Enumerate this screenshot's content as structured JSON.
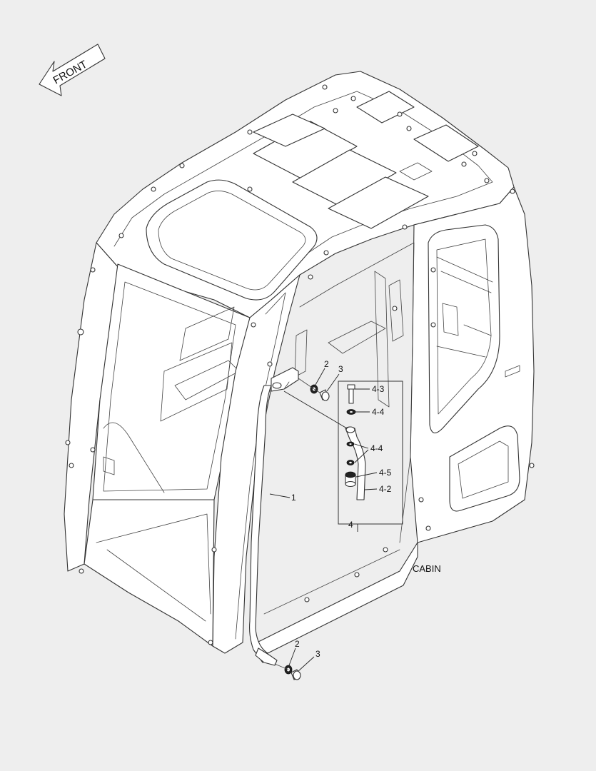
{
  "diagram": {
    "direction_label": "FRONT",
    "assembly_label": "CABIN",
    "callouts": {
      "c1": "1",
      "c2_top": "2",
      "c3_top": "3",
      "c2_bottom": "2",
      "c3_bottom": "3",
      "c4": "4",
      "c4_2": "4-2",
      "c4_3": "4-3",
      "c4_4_a": "4-4",
      "c4_4_b": "4-4",
      "c4_5": "4-5"
    },
    "colors": {
      "background": "#eeeeee",
      "line": "#333333",
      "panel": "#ffffff"
    }
  }
}
